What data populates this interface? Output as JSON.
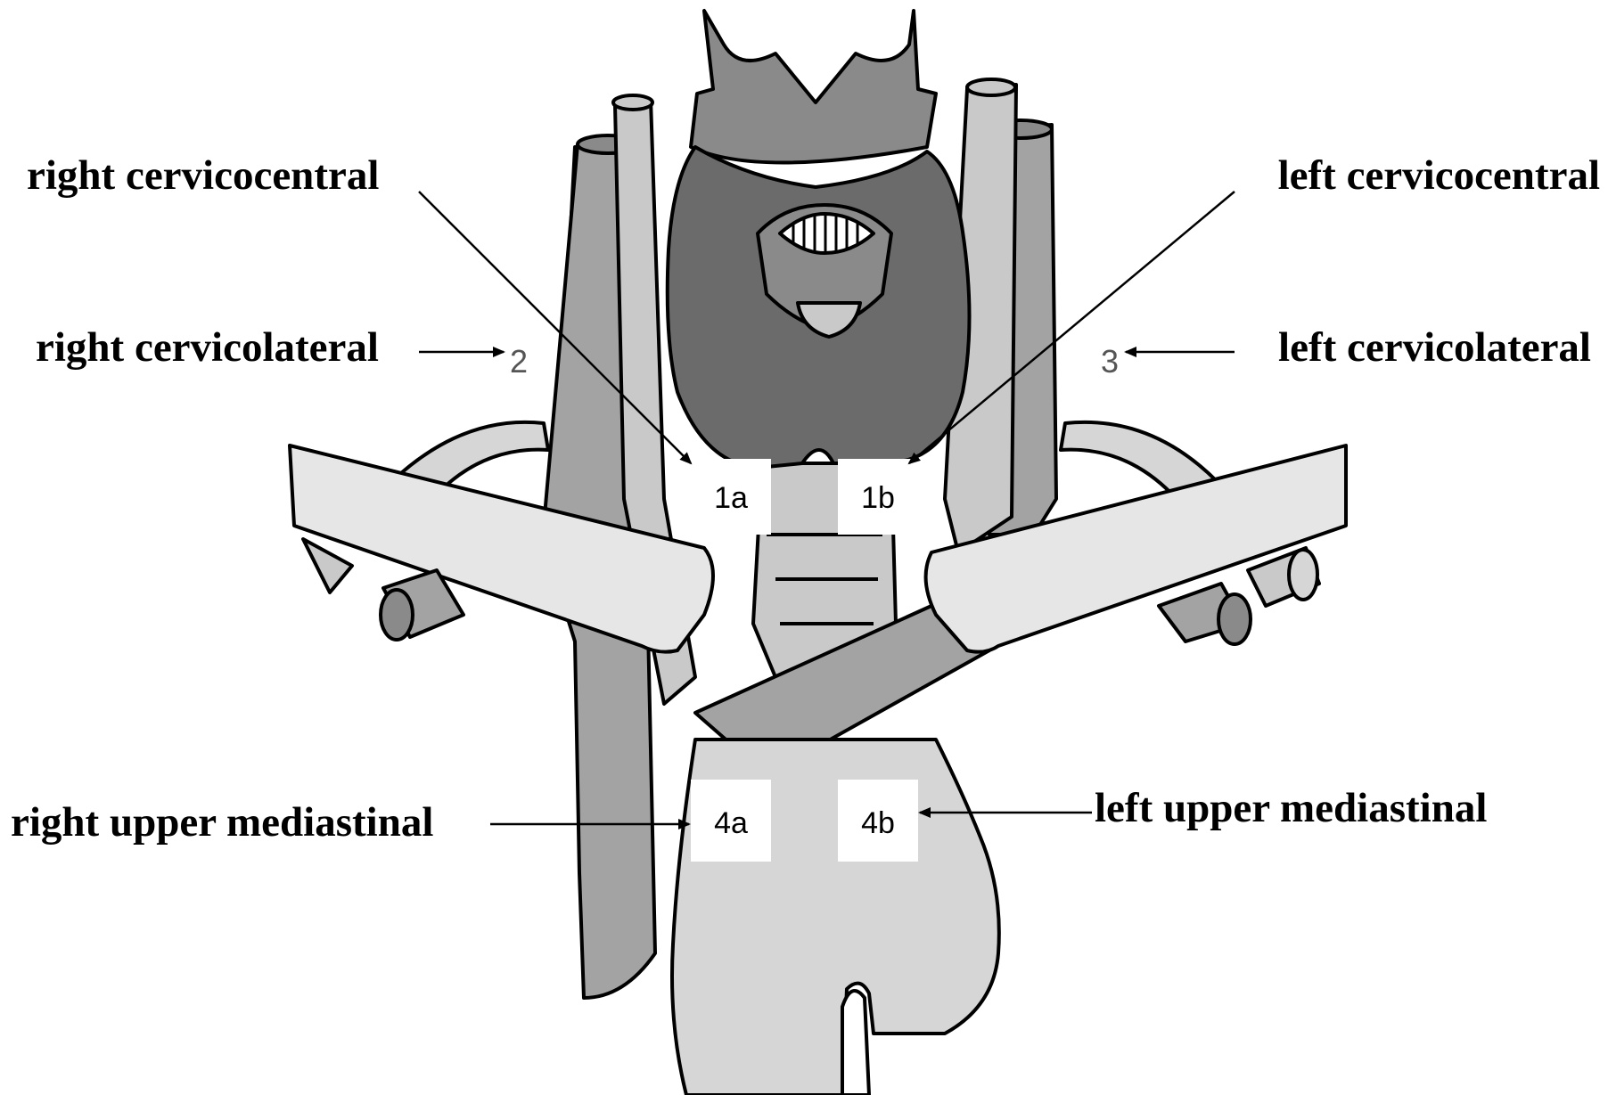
{
  "labels": {
    "right_cervicocentral": "right cervicocentral",
    "left_cervicocentral": "left cervicocentral",
    "right_cervicolateral": "right cervicolateral",
    "left_cervicolateral": "left cervicolateral",
    "right_upper_mediastinal": "right upper mediastinal",
    "left_upper_mediastinal": "left upper mediastinal"
  },
  "nodes": {
    "n1a": "1a",
    "n1b": "1b",
    "n2": "2",
    "n3": "3",
    "n4a": "4a",
    "n4b": "4b"
  },
  "colors": {
    "background": "#ffffff",
    "thyroid_dark": "#6b6b6b",
    "larynx": "#8a8a8a",
    "vessel_mid": "#a3a3a3",
    "vessel_light": "#c9c9c9",
    "trachea_light": "#d6d6d6",
    "clavicle": "#e6e6e6",
    "outline": "#000000"
  }
}
